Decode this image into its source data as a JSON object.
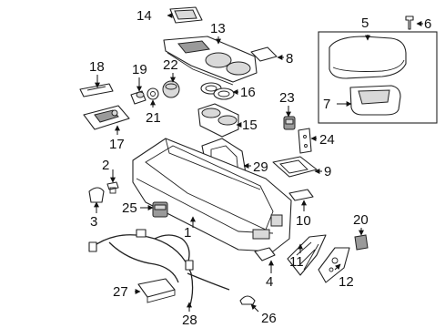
{
  "callouts": {
    "c1": "1",
    "c2": "2",
    "c3": "3",
    "c4": "4",
    "c5": "5",
    "c6": "6",
    "c7": "7",
    "c8": "8",
    "c9": "9",
    "c10": "10",
    "c11": "11",
    "c12": "12",
    "c13": "13",
    "c14": "14",
    "c15": "15",
    "c16": "16",
    "c17": "17",
    "c18": "18",
    "c19": "19",
    "c20": "20",
    "c21": "21",
    "c22": "22",
    "c23": "23",
    "c24": "24",
    "c25": "25",
    "c26": "26",
    "c27": "27",
    "c28": "28",
    "c29": "29"
  },
  "colors": {
    "line": "#222222",
    "shade": "#d9d9d9",
    "background": "#ffffff"
  }
}
